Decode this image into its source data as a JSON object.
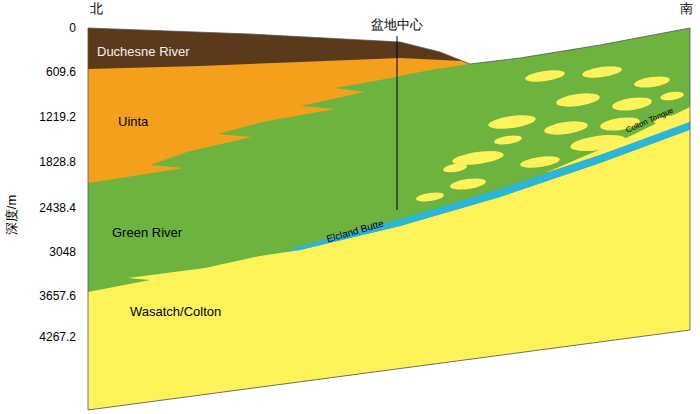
{
  "diagram": {
    "labels": [
      "北",
      "南",
      "盆地中心",
      "深度/m",
      "0",
      "609.6",
      "1219.2",
      "1828.8",
      "2438.4",
      "3048",
      "3657.6",
      "4267.2",
      "Duchesne River",
      "Uinta",
      "Green River",
      "Elcland Butte",
      "Colton Tongue",
      "Wasatch/Colton"
    ]
  }
}
